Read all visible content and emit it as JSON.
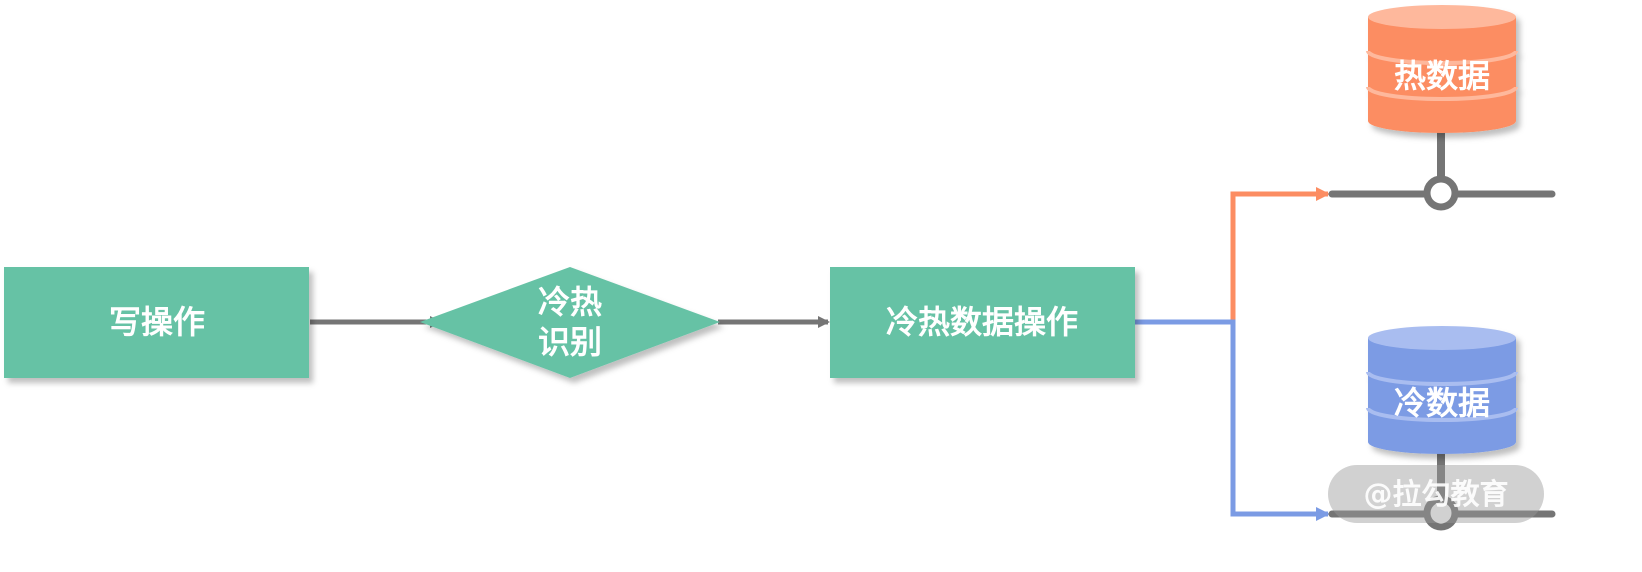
{
  "nodes": {
    "write_op": "写操作",
    "identify_line1": "冷热",
    "identify_line2": "识别",
    "data_op": "冷热数据操作",
    "hot_db": "热数据",
    "cold_db": "冷数据"
  },
  "watermark": "@拉勾教育",
  "colors": {
    "process": "#66c2a5",
    "hot": "#fc8d62",
    "cold": "#7b9be4",
    "connector": "#757575"
  }
}
